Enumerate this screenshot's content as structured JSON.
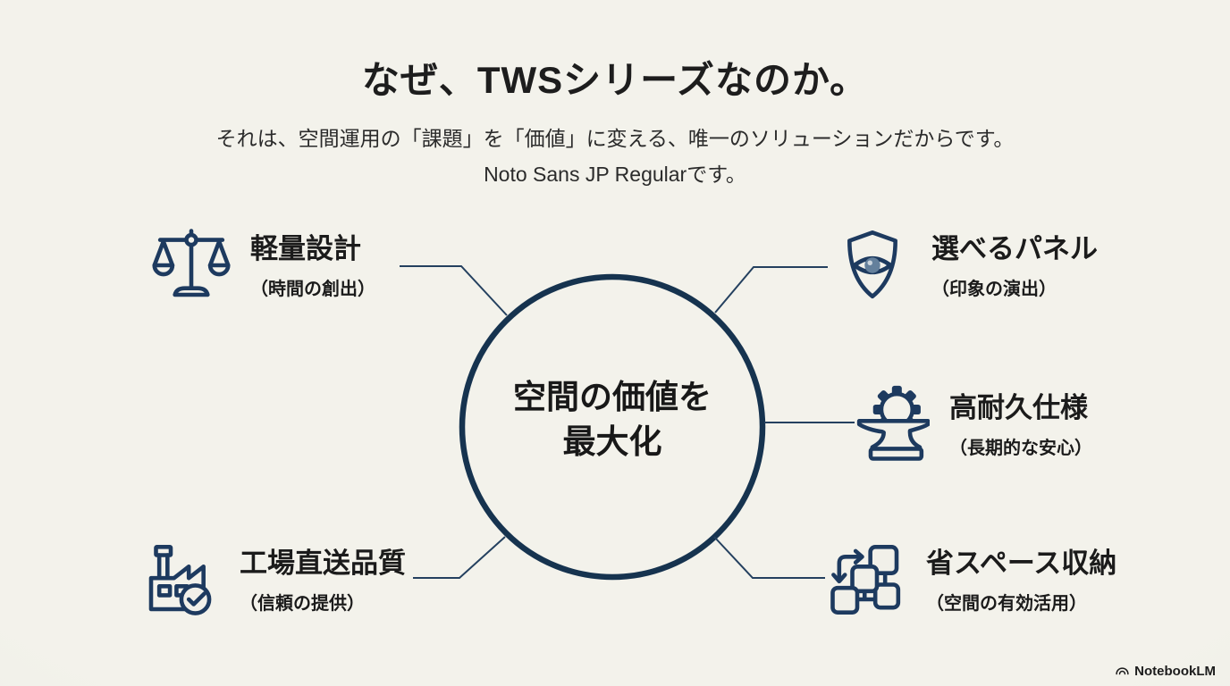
{
  "slide": {
    "title": "なぜ、TWSシリーズなのか。",
    "subtitle_line1": "それは、空間運用の「課題」を「価値」に変える、唯一のソリューションだからです。",
    "subtitle_line2": "Noto Sans JP Regularです。",
    "hub": {
      "line1": "空間の価値を",
      "line2": "最大化"
    },
    "features": [
      {
        "icon": "balance-scale-icon",
        "title": "軽量設計",
        "subtitle": "（時間の創出）"
      },
      {
        "icon": "shield-eye-icon",
        "title": "選べるパネル",
        "subtitle": "（印象の演出）"
      },
      {
        "icon": "anvil-gear-icon",
        "title": "高耐久仕様",
        "subtitle": "（長期的な安心）"
      },
      {
        "icon": "factory-check-icon",
        "title": "工場直送品質",
        "subtitle": "（信頼の提供）"
      },
      {
        "icon": "stacked-boxes-icon",
        "title": "省スペース収納",
        "subtitle": "（空間の有効活用）"
      }
    ],
    "footer": {
      "brand": "NotebookLM"
    },
    "colors": {
      "background": "#f1f0e9",
      "accent_navy": "#1d3a5f",
      "hub_circle_stroke": "#16334f",
      "text": "#1d1d1d",
      "eye_iris": "#64809c"
    }
  }
}
